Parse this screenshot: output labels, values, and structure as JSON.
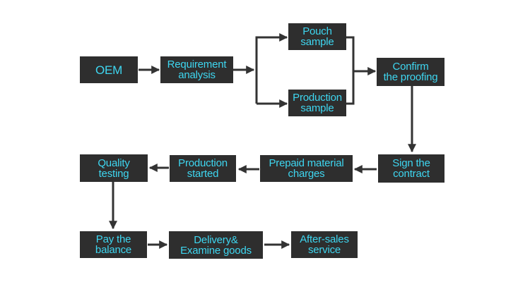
{
  "diagram": {
    "colors": {
      "box_fill": "#2e2e2e",
      "text": "#3ed6f0",
      "connector": "#333333"
    },
    "nodes": {
      "oem": {
        "lines": [
          "OEM"
        ]
      },
      "requirement": {
        "lines": [
          "Requirement",
          "analysis"
        ]
      },
      "pouch": {
        "lines": [
          "Pouch",
          "sample"
        ]
      },
      "production_sample": {
        "lines": [
          "Production",
          "sample"
        ]
      },
      "confirm": {
        "lines": [
          "Confirm",
          "the proofing"
        ]
      },
      "sign": {
        "lines": [
          "Sign the",
          "contract"
        ]
      },
      "prepaid": {
        "lines": [
          "Prepaid material",
          "charges"
        ]
      },
      "production_started": {
        "lines": [
          "Production",
          "started"
        ]
      },
      "quality": {
        "lines": [
          "Quality",
          "testing"
        ]
      },
      "pay": {
        "lines": [
          "Pay the",
          "balance"
        ]
      },
      "delivery": {
        "lines": [
          "Delivery&",
          "Examine goods"
        ]
      },
      "after_sales": {
        "lines": [
          "After-sales",
          "service"
        ]
      }
    }
  }
}
